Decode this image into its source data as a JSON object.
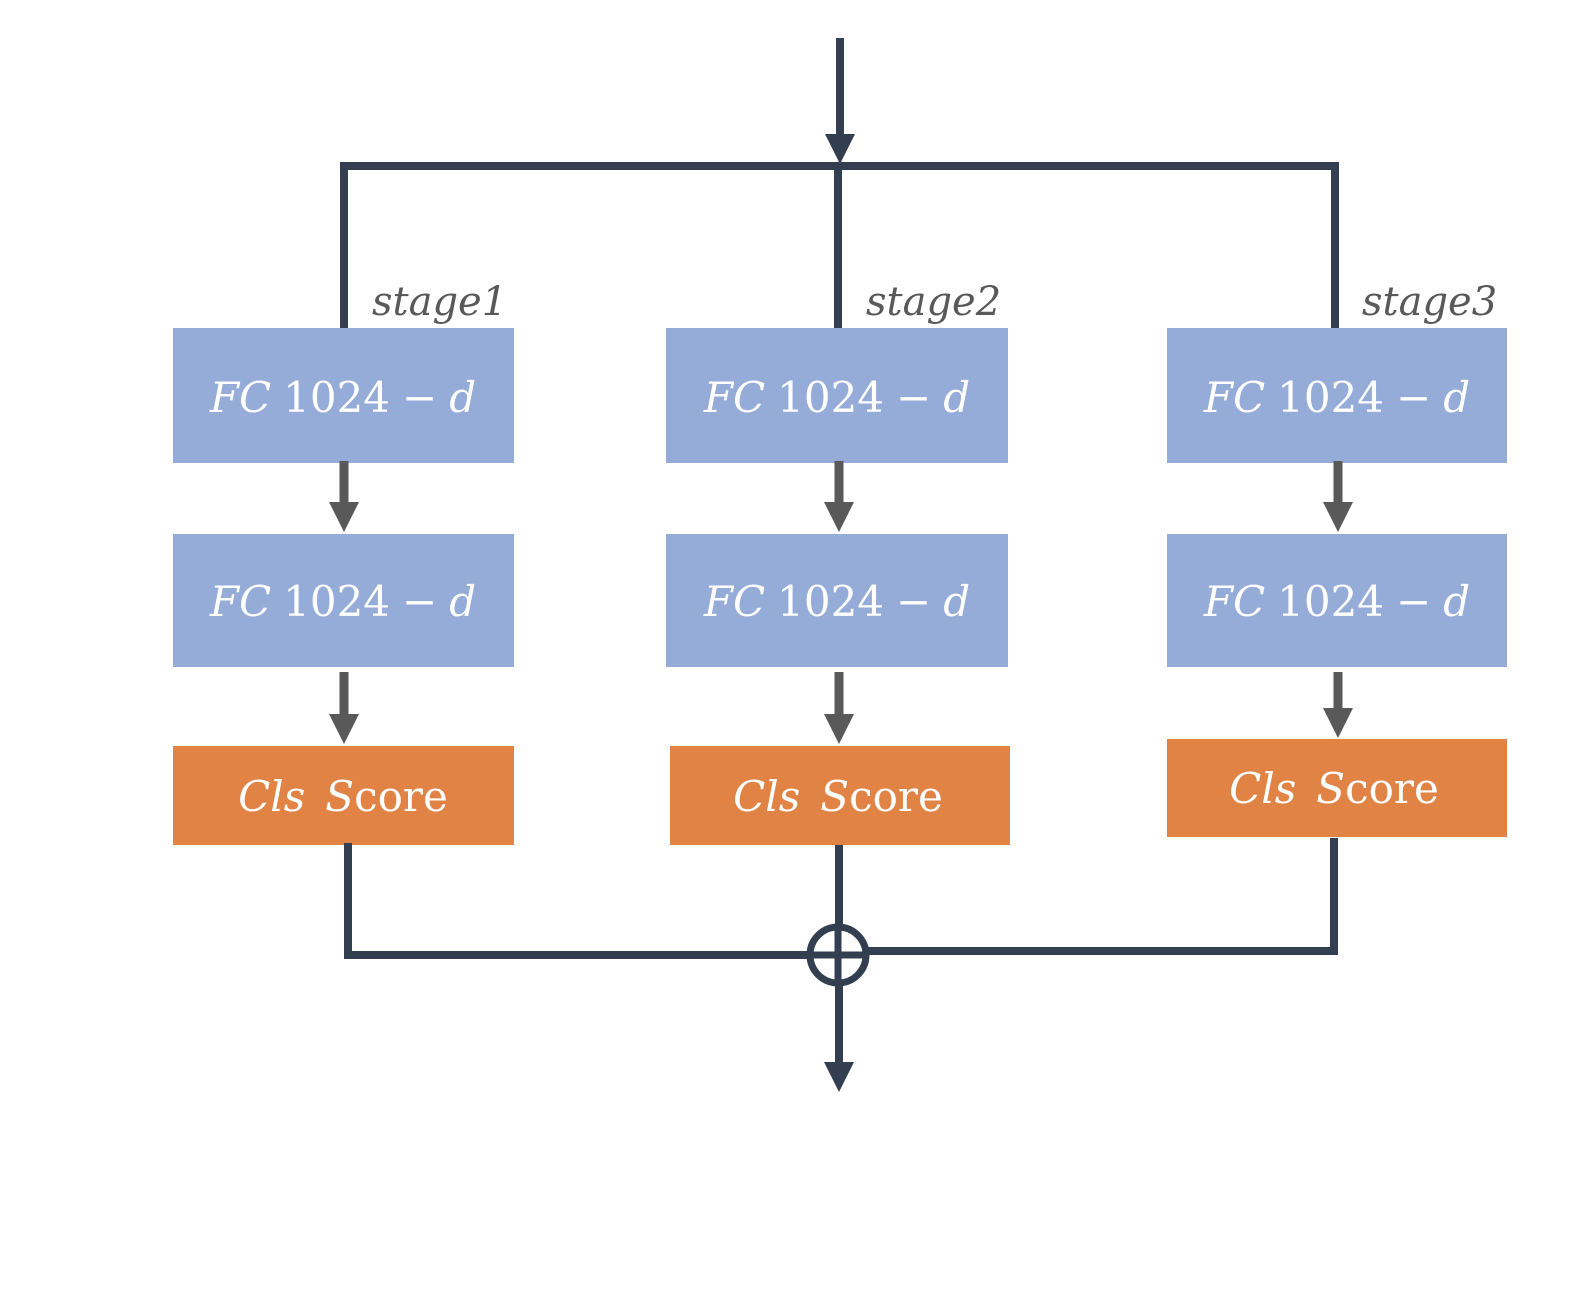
{
  "colors": {
    "fc_box": "#95abd8",
    "score_box": "#e08344",
    "connector": "#333f50",
    "arrow": "#595959",
    "stage_label": "#595959",
    "box_text": "#ffffff"
  },
  "icons": {
    "sum_node": "circled-plus-icon",
    "arrow": "arrow-down-icon"
  },
  "stages": [
    {
      "label": "stage1",
      "fc1": {
        "name_italic": "FC",
        "number": "1024",
        "dash": "−",
        "suffix_italic": "d"
      },
      "fc2": {
        "name_italic": "FC",
        "number": "1024",
        "dash": "−",
        "suffix_italic": "d"
      },
      "score": {
        "part1_italic": "Cls",
        "part2_italic": "S",
        "part2_rest": "core"
      }
    },
    {
      "label": "stage2",
      "fc1": {
        "name_italic": "FC",
        "number": "1024",
        "dash": "−",
        "suffix_italic": "d"
      },
      "fc2": {
        "name_italic": "FC",
        "number": "1024",
        "dash": "−",
        "suffix_italic": "d"
      },
      "score": {
        "part1_italic": "Cls",
        "part2_italic": "S",
        "part2_rest": "core"
      }
    },
    {
      "label": "stage3",
      "fc1": {
        "name_italic": "FC",
        "number": "1024",
        "dash": "−",
        "suffix_italic": "d"
      },
      "fc2": {
        "name_italic": "FC",
        "number": "1024",
        "dash": "−",
        "suffix_italic": "d"
      },
      "score": {
        "part1_italic": "Cls",
        "part2_italic": "S",
        "part2_rest": "core"
      }
    }
  ]
}
